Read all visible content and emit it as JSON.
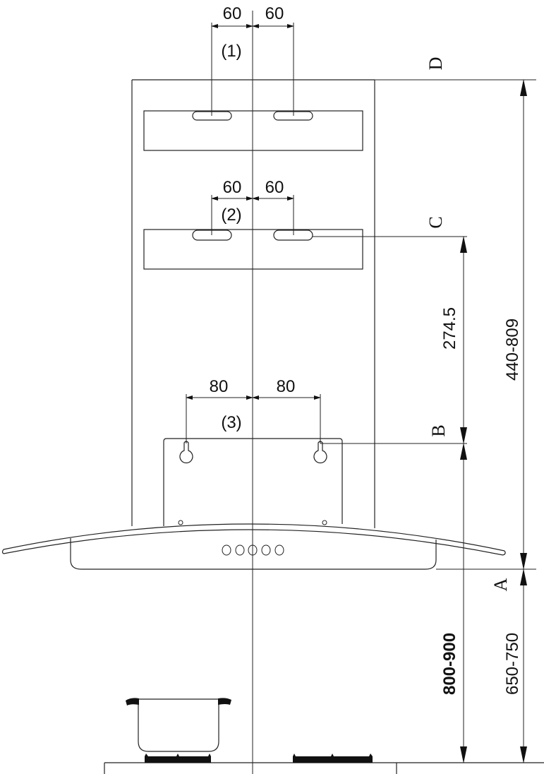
{
  "title": "Cooker hood installation dimensions",
  "colors": {
    "line": "#222222",
    "fill": "#111111",
    "background": "#ffffff"
  },
  "labels": {
    "bracket_1": "(1)",
    "bracket_2": "(2)",
    "bracket_3": "(3)",
    "point_a": "A",
    "point_b": "B",
    "point_c": "C",
    "point_d": "D"
  },
  "dimensions": {
    "slot1_left": "60",
    "slot1_right": "60",
    "slot2_left": "60",
    "slot2_right": "60",
    "hook3_left": "80",
    "hook3_right": "80",
    "b_to_c": "274.5",
    "a_to_d": "440-809",
    "hob_to_b": "800-900",
    "hob_to_a": "650-750"
  }
}
